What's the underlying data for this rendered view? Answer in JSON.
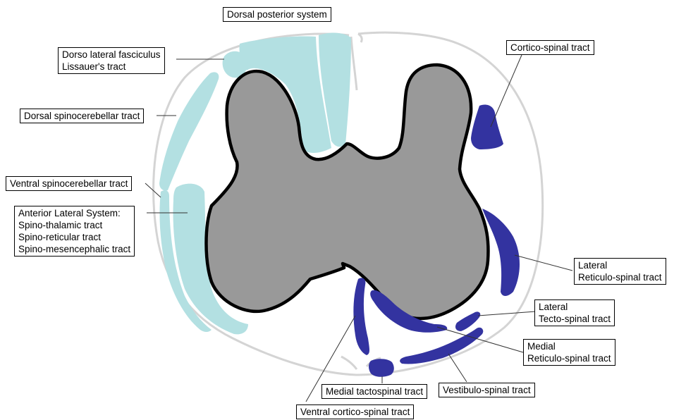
{
  "colors": {
    "grey_matter": "#999999",
    "grey_outline": "#000000",
    "ascending_tract": "#b3e0e2",
    "descending_tract": "#3333a0",
    "cord_outline": "#d4d4d4",
    "leader_line": "#333333"
  },
  "labels": {
    "dorsal_posterior_system": "Dorsal posterior system",
    "dorso_lateral_fasciculus": [
      "Dorso lateral fasciculus",
      "Lissauer's tract"
    ],
    "dorsal_spinocerebellar": "Dorsal spinocerebellar tract",
    "ventral_spinocerebellar": "Ventral spinocerebellar tract",
    "anterior_lateral_system": [
      "Anterior Lateral System:",
      "Spino-thalamic tract",
      "Spino-reticular tract",
      "Spino-mesencephalic tract"
    ],
    "cortico_spinal": "Cortico-spinal tract",
    "lateral_reticulo_spinal": [
      "Lateral",
      "Reticulo-spinal tract"
    ],
    "lateral_tecto_spinal": [
      "Lateral",
      "Tecto-spinal tract"
    ],
    "medial_reticulo_spinal": [
      "Medial",
      "Reticulo-spinal tract"
    ],
    "vestibulo_spinal": "Vestibulo-spinal tract",
    "medial_tactospinal": "Medial tactospinal tract",
    "ventral_cortico_spinal": "Ventral cortico-spinal tract"
  }
}
